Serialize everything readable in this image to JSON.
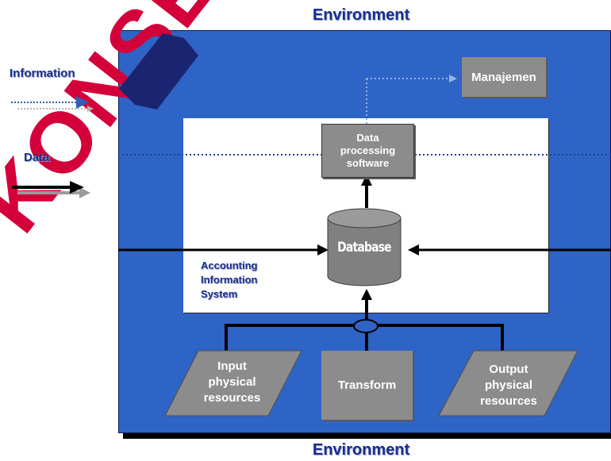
{
  "environment_top": "Environment",
  "environment_bottom": "Environment",
  "legend": {
    "information": "Information",
    "data": "Data"
  },
  "nodes": {
    "manajemen": "Manajemen",
    "software": [
      "Data",
      "processing",
      "software"
    ],
    "database": "Database",
    "ais": [
      "Accounting",
      "Information",
      "System"
    ],
    "input": [
      "Input",
      "physical",
      "resources"
    ],
    "transform": "Transform",
    "output": [
      "Output",
      "physical",
      "resources"
    ]
  },
  "watermark": "KONSEP",
  "colors": {
    "env_bg": "#2e64c5",
    "box_gray": "#8c8c8c",
    "title_blue": "#1a2f8c",
    "watermark_red": "#d4003a",
    "watermark_navy": "#1b2471"
  }
}
